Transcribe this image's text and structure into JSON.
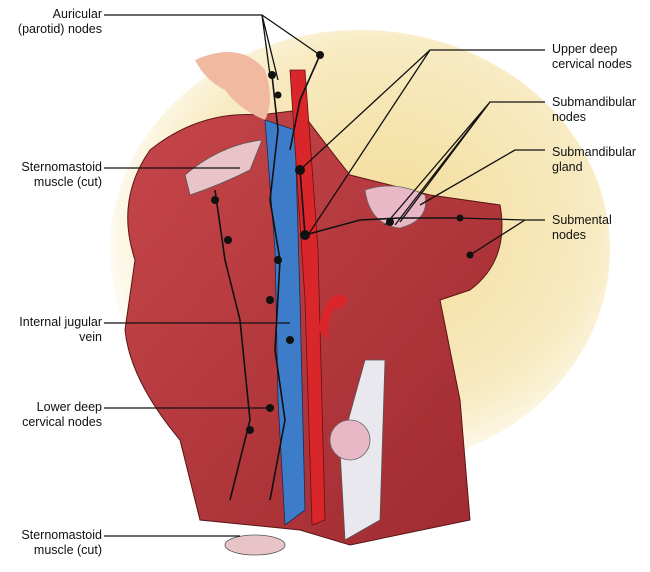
{
  "labels": {
    "auricular": [
      "Auricular",
      "(parotid) nodes"
    ],
    "sternomastoid_top": [
      "Sternomastoid",
      "muscle (cut)"
    ],
    "internal_jugular": [
      "Internal jugular",
      "vein"
    ],
    "lower_deep": [
      "Lower deep",
      "cervical nodes"
    ],
    "sternomastoid_bottom": [
      "Sternomastoid",
      "muscle (cut)"
    ],
    "upper_deep": [
      "Upper deep",
      "cervical nodes"
    ],
    "submandibular_nodes": [
      "Submandibular",
      "nodes"
    ],
    "submandibular_gland": [
      "Submandibular",
      "gland"
    ],
    "submental": [
      "Submental",
      "nodes"
    ]
  },
  "colors": {
    "background_glow": "#f6e7b0",
    "muscle": "#b8343a",
    "vein": "#3d7cc9",
    "artery": "#d8262b",
    "gland": "#e8b8c6",
    "ear": "#f0b9a0",
    "node": "#111111"
  }
}
